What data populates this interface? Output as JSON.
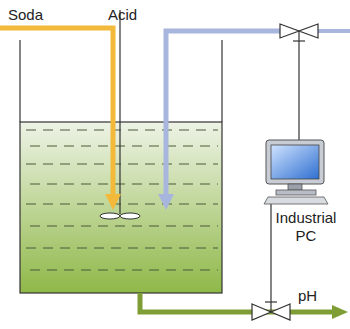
{
  "diagram": {
    "nodes": [
      {
        "text": [
          "Industrial PC"
        ]
      }
    ],
    "labels": [
      "Soda",
      "Acid",
      "pH"
    ]
  }
}
